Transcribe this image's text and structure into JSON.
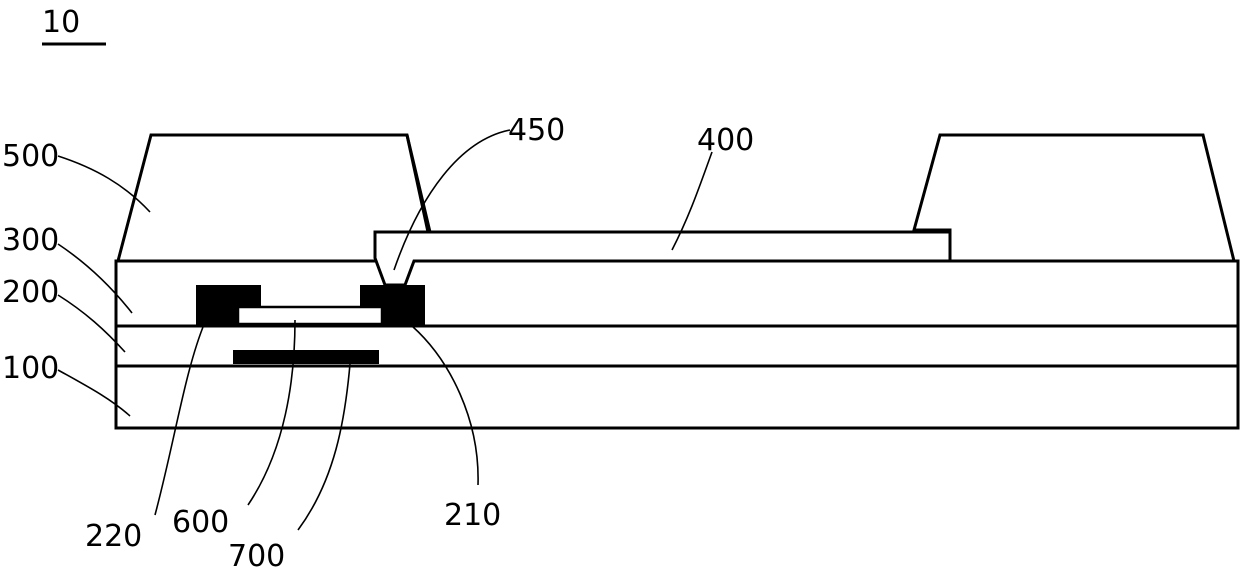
{
  "figure": {
    "number": "10"
  },
  "labels": {
    "l500": "500",
    "l300": "300",
    "l200": "200",
    "l100": "100",
    "l450": "450",
    "l400": "400",
    "l220": "220",
    "l600": "600",
    "l700": "700",
    "l210": "210"
  },
  "colors": {
    "stroke": "#000000",
    "fill_dark": "#000000",
    "background": "#ffffff"
  }
}
